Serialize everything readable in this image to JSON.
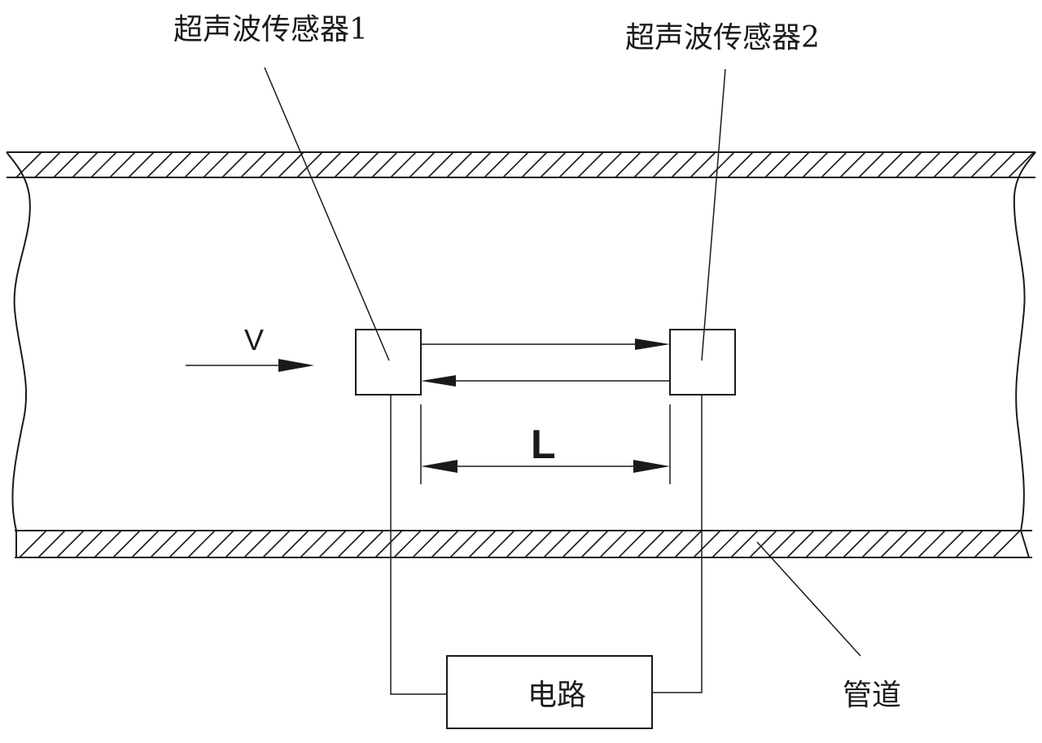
{
  "labels": {
    "sensor1": "超声波传感器1",
    "sensor2": "超声波传感器2",
    "velocity": "V",
    "distance": "L",
    "circuit": "电路",
    "pipe": "管道"
  }
}
